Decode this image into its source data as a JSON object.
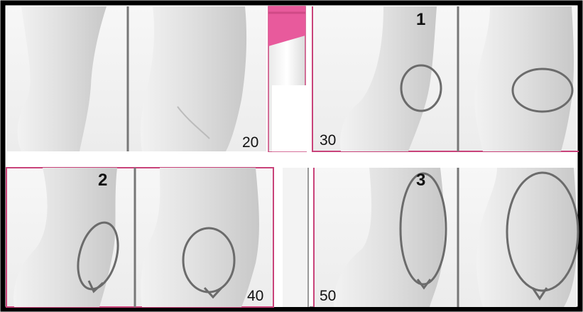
{
  "figure": {
    "age_labels": [
      "20",
      "30",
      "40",
      "50"
    ],
    "stage_labels": [
      "1",
      "2",
      "3"
    ],
    "colors": {
      "frame": "#000000",
      "panel_border": "#c9437a",
      "panel_border_light": "#f0b6cf",
      "tube_pink": "#e85a9c",
      "outline_marker": "#6b6b6b",
      "background": "#ffffff"
    },
    "icons": [
      "torso-silhouette",
      "outline-ellipse"
    ]
  }
}
